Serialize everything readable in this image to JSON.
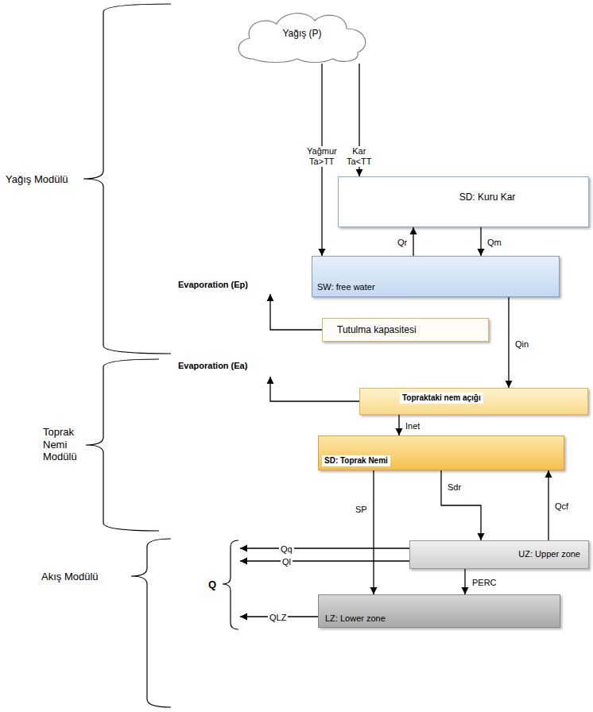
{
  "diagram": {
    "nodes": [
      {
        "text": [
          "Yağış (P)"
        ]
      },
      {
        "text": [
          "SD: Kuru Kar"
        ]
      },
      {
        "text": [
          "SW: free water"
        ]
      },
      {
        "text": [
          "Tutulma kapasitesi"
        ]
      },
      {
        "text": [
          "Topraktaki nem açığı"
        ]
      },
      {
        "text": [
          "SD: Toprak Nemi"
        ]
      },
      {
        "text": [
          "UZ: Upper zone"
        ]
      },
      {
        "text": [
          "LZ: Lower zone"
        ]
      }
    ],
    "edges": [
      {
        "from": 0,
        "to": 2,
        "label": "Yağmur Ta>TT",
        "arrow": "to"
      },
      {
        "from": 0,
        "to": 1,
        "label": "Kar Ta<TT",
        "arrow": "to"
      },
      {
        "from": 2,
        "to": 1,
        "label": "Qr",
        "arrow": "to"
      },
      {
        "from": 1,
        "to": 2,
        "label": "Qm",
        "arrow": "to"
      },
      {
        "from": 2,
        "to": 4,
        "label": "Qin",
        "arrow": "to"
      },
      {
        "from": 4,
        "to": 5,
        "label": "Inet",
        "arrow": "to"
      },
      {
        "from": 5,
        "to": 7,
        "label": "SP",
        "arrow": "to"
      },
      {
        "from": 5,
        "to": 6,
        "label": "Sdr",
        "arrow": "to"
      },
      {
        "from": 6,
        "to": 5,
        "label": "Qcf",
        "arrow": "to"
      },
      {
        "from": 6,
        "to": 7,
        "label": "PERC",
        "arrow": "to"
      }
    ],
    "labels": [
      "Yağış Modülü",
      "Toprak Nemi Modülü",
      "Akış Modülü",
      "Evaporation (Ep)",
      "Evaporation (Ea)",
      "Q",
      "Qq",
      "Ql",
      "QLZ"
    ]
  }
}
